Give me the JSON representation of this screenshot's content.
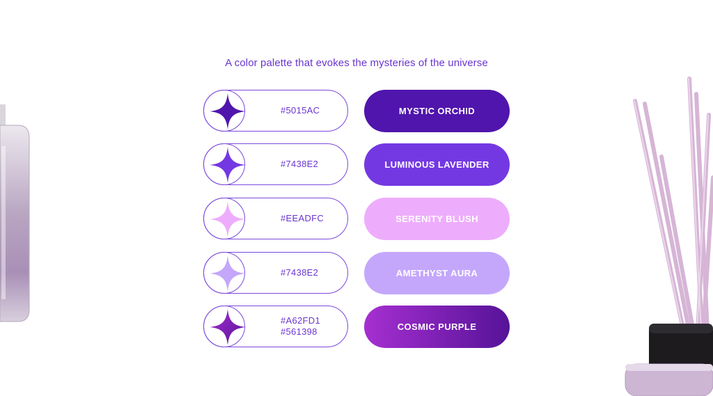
{
  "title": "A color palette that evokes the mysteries of the universe",
  "swatches": [
    {
      "codes": [
        "#5015AC"
      ],
      "name": "MYSTIC ORCHID",
      "color": "#5015AC",
      "fill": "#5015AC",
      "gradient": null,
      "icon": "sparkle-star-icon"
    },
    {
      "codes": [
        "#7438E2"
      ],
      "name": "LUMINOUS LAVENDER",
      "color": "#7438E2",
      "fill": "#7438E2",
      "gradient": null,
      "icon": "sparkle-star-icon"
    },
    {
      "codes": [
        "#EEADFC"
      ],
      "name": "SERENITY BLUSH",
      "color": "#EEADFC",
      "fill": "#EEADFC",
      "gradient": null,
      "icon": "sparkle-star-icon"
    },
    {
      "codes": [
        "#7438E2"
      ],
      "name": "AMETHYST AURA",
      "color": "#C4A7FB",
      "fill": "#C4A7FB",
      "gradient": null,
      "icon": "sparkle-star-icon"
    },
    {
      "codes": [
        "#A62FD1",
        "#561398"
      ],
      "name": "COSMIC PURPLE",
      "color": "#A62FD1",
      "fill": "#A62FD1",
      "gradient": [
        "#A62FD1",
        "#561398"
      ],
      "icon": "sparkle-star-icon"
    }
  ],
  "colors": {
    "outline": "#7B48DC",
    "text": "#6A35CF"
  }
}
